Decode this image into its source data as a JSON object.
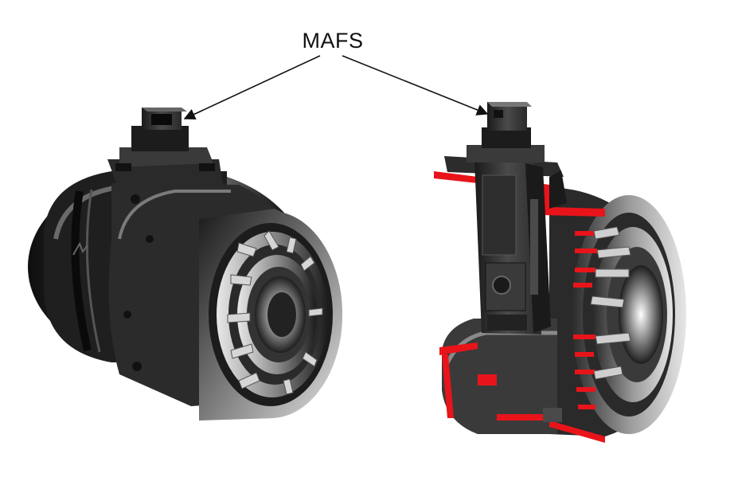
{
  "callout": {
    "label": "MAFS"
  },
  "colors": {
    "background": "#ffffff",
    "metal_dark": "#1a1a1a",
    "metal_mid": "#5a5a5a",
    "metal_light": "#d8d8d8",
    "cut_section": "#e8141a"
  },
  "parts": {
    "left": "mass-air-flow-sensor-assembled",
    "right": "mass-air-flow-sensor-cutaway"
  }
}
